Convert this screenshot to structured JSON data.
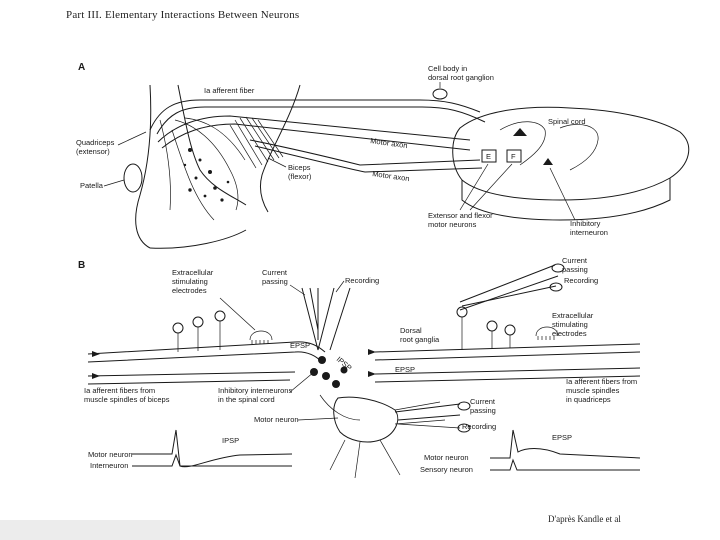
{
  "header": "Part III. Elementary Interactions Between Neurons",
  "credit": "D'après Kandle et al",
  "panel_a": {
    "letter": "A",
    "labels": {
      "cell_body": [
        "Cell body in",
        "dorsal root ganglion"
      ],
      "ia_fiber": "Ia afferent fiber",
      "spinal_cord": "Spinal cord",
      "motor_axon_1": "Motor axon",
      "motor_axon_2": "Motor axon",
      "quadriceps": [
        "Quadriceps",
        "(extensor)"
      ],
      "patella": "Patella",
      "biceps": [
        "Biceps",
        "(flexor)"
      ],
      "extensor_flexor": [
        "Extensor and flexor",
        "motor neurons"
      ],
      "inhibitory": [
        "Inhibitory",
        "interneuron"
      ],
      "e_letter": "E",
      "f_letter": "F"
    }
  },
  "panel_b": {
    "letter": "B",
    "labels": {
      "extracellular_left": [
        "Extracellular",
        "stimulating",
        "electrodes"
      ],
      "current_passing_left": [
        "Current",
        "passing"
      ],
      "recording_left": "Recording",
      "current_passing_right": [
        "Current",
        "passing"
      ],
      "recording_right": "Recording",
      "dorsal_root": [
        "Dorsal",
        "root ganglia"
      ],
      "extracellular_right": [
        "Extracellular",
        "stimulating",
        "electrodes"
      ],
      "epsp_mid": "EPSP",
      "ipsp": "IPSP",
      "epsp_right": "EPSP",
      "ia_left": [
        "Ia afferent fibers from",
        "muscle spindles of biceps"
      ],
      "inhib_inter": [
        "Inhibitory interneurons",
        "in the spinal cord"
      ],
      "ia_right": [
        "Ia afferent fibers from",
        "muscle spindles",
        "in quadriceps"
      ],
      "motor_neuron": "Motor neuron",
      "current_passing_low": [
        "Current",
        "passing"
      ],
      "recording_low": "Recording",
      "ipsp_trace": "IPSP",
      "epsp_trace": "EPSP",
      "trace_motor_left": "Motor neuron",
      "trace_inter_left": "Interneuron",
      "trace_motor_right": "Motor neuron",
      "trace_sensory_right": "Sensory neuron"
    }
  }
}
